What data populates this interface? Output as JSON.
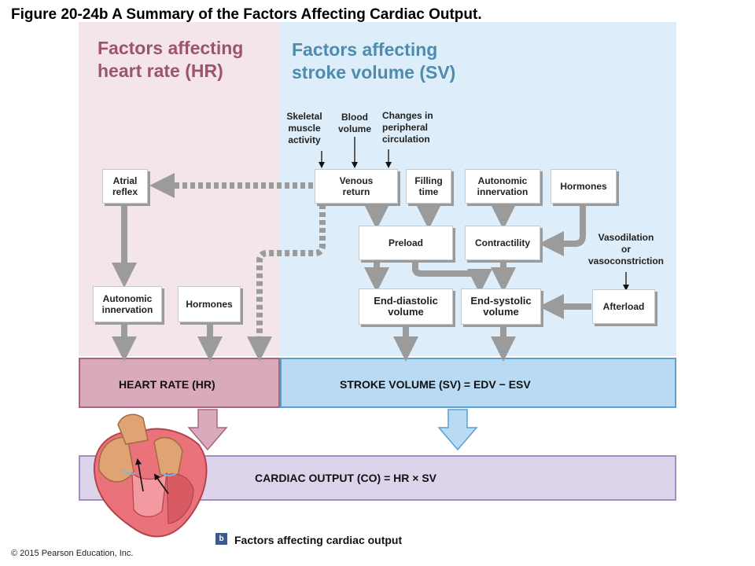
{
  "figure": {
    "title": "Figure 20-24b A Summary of the Factors Affecting Cardiac Output.",
    "copyright": "© 2015 Pearson Education, Inc.",
    "badge": "b",
    "caption": "Factors affecting cardiac output"
  },
  "panels": {
    "hr_header_line1": "Factors affecting",
    "hr_header_line2": "heart rate (HR)",
    "sv_header_line1": "Factors affecting",
    "sv_header_line2": "stroke volume (SV)"
  },
  "influences": {
    "skeletal": "Skeletal\nmuscle\nactivity",
    "blood_volume": "Blood\nvolume",
    "peripheral": "Changes in\nperipheral\ncirculation",
    "vaso": "Vasodilation\nor\nvasoconstriction"
  },
  "nodes": {
    "atrial_reflex": "Atrial\nreflex",
    "venous_return": "Venous\nreturn",
    "filling_time": "Filling\ntime",
    "autonomic_sv": "Autonomic\ninnervation",
    "hormones_sv": "Hormones",
    "preload": "Preload",
    "contractility": "Contractility",
    "autonomic_hr": "Autonomic\ninnervation",
    "hormones_hr": "Hormones",
    "edv": "End-diastolic\nvolume",
    "esv": "End-systolic\nvolume",
    "afterload": "Afterload"
  },
  "bands": {
    "heart_rate": "HEART RATE (HR)",
    "stroke_volume": "STROKE VOLUME (SV) = EDV − ESV",
    "cardiac_output": "CARDIAC OUTPUT (CO) = HR × SV"
  },
  "colors": {
    "hr_panel": "#f3e5ea",
    "sv_panel": "#ddeefa",
    "hr_band": "#d9aabb",
    "sv_band": "#b8daf2",
    "co_band": "#ddd3ea",
    "arrow_gray": "#9b9b9b"
  },
  "icons": {
    "heart": "heart-illustration-icon"
  }
}
